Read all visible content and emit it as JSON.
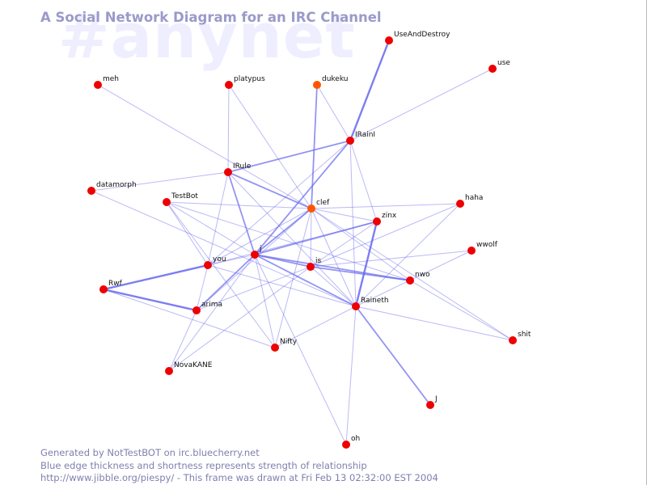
{
  "title": "A Social Network Diagram for an IRC Channel",
  "channel_watermark": "#anynet",
  "footer": {
    "line1": "Generated by NotTestBOT on irc.bluecherry.net",
    "line2": "Blue edge thickness and shortness represents strength of relationship",
    "line3": "http://www.jibble.org/piespy/ - This frame was drawn at Fri Feb 13 02:32:00 EST 2004"
  },
  "colors": {
    "background": "#ffffff",
    "node": "#ee0000",
    "node_active": "#ff5500",
    "edge": "#6666ee",
    "title": "#9a9aca",
    "watermark": "#eeeeff"
  },
  "nodes": [
    {
      "id": "UseAndDestroy",
      "label": "UseAndDestroy"
    },
    {
      "id": "use",
      "label": "use"
    },
    {
      "id": "meh",
      "label": "meh"
    },
    {
      "id": "platypus",
      "label": "platypus"
    },
    {
      "id": "dukeku",
      "label": "dukeku",
      "active": true
    },
    {
      "id": "IRainI",
      "label": "IRainI"
    },
    {
      "id": "IRule",
      "label": "IRule"
    },
    {
      "id": "datamorph",
      "label": "datamorph"
    },
    {
      "id": "TestBot",
      "label": "TestBot"
    },
    {
      "id": "clef",
      "label": "clef",
      "active": true
    },
    {
      "id": "haha",
      "label": "haha"
    },
    {
      "id": "zinx",
      "label": "zinx"
    },
    {
      "id": "wwolf",
      "label": "wwolf"
    },
    {
      "id": "j",
      "label": "j"
    },
    {
      "id": "you",
      "label": "you"
    },
    {
      "id": "is",
      "label": "is"
    },
    {
      "id": "nwo",
      "label": "nwo"
    },
    {
      "id": "Rwf",
      "label": "Rwf"
    },
    {
      "id": "Raineth",
      "label": "Raineth"
    },
    {
      "id": "arima",
      "label": "arima"
    },
    {
      "id": "Nifty",
      "label": "Nifty"
    },
    {
      "id": "shit",
      "label": "shit"
    },
    {
      "id": "NovaKANE",
      "label": "NovaKANE"
    },
    {
      "id": "J",
      "label": "J"
    },
    {
      "id": "oh",
      "label": "oh"
    }
  ],
  "edges": [
    {
      "source": "UseAndDestroy",
      "target": "IRainI",
      "weight": 3
    },
    {
      "source": "use",
      "target": "IRainI",
      "weight": 1
    },
    {
      "source": "meh",
      "target": "clef",
      "weight": 1
    },
    {
      "source": "platypus",
      "target": "IRule",
      "weight": 1
    },
    {
      "source": "platypus",
      "target": "clef",
      "weight": 1
    },
    {
      "source": "dukeku",
      "target": "IRainI",
      "weight": 1
    },
    {
      "source": "dukeku",
      "target": "clef",
      "weight": 2
    },
    {
      "source": "IRainI",
      "target": "IRule",
      "weight": 2
    },
    {
      "source": "IRainI",
      "target": "j",
      "weight": 2
    },
    {
      "source": "IRainI",
      "target": "Raineth",
      "weight": 1
    },
    {
      "source": "IRainI",
      "target": "zinx",
      "weight": 1
    },
    {
      "source": "IRainI",
      "target": "you",
      "weight": 1
    },
    {
      "source": "IRule",
      "target": "datamorph",
      "weight": 1
    },
    {
      "source": "IRule",
      "target": "clef",
      "weight": 2
    },
    {
      "source": "IRule",
      "target": "j",
      "weight": 2
    },
    {
      "source": "IRule",
      "target": "Raineth",
      "weight": 1
    },
    {
      "source": "IRule",
      "target": "you",
      "weight": 1
    },
    {
      "source": "datamorph",
      "target": "Raineth",
      "weight": 1
    },
    {
      "source": "TestBot",
      "target": "clef",
      "weight": 1
    },
    {
      "source": "TestBot",
      "target": "j",
      "weight": 1
    },
    {
      "source": "TestBot",
      "target": "you",
      "weight": 1
    },
    {
      "source": "TestBot",
      "target": "Nifty",
      "weight": 1
    },
    {
      "source": "TestBot",
      "target": "nwo",
      "weight": 1
    },
    {
      "source": "clef",
      "target": "j",
      "weight": 2
    },
    {
      "source": "clef",
      "target": "is",
      "weight": 1
    },
    {
      "source": "clef",
      "target": "zinx",
      "weight": 1
    },
    {
      "source": "clef",
      "target": "haha",
      "weight": 1
    },
    {
      "source": "clef",
      "target": "Raineth",
      "weight": 1
    },
    {
      "source": "clef",
      "target": "nwo",
      "weight": 1
    },
    {
      "source": "clef",
      "target": "you",
      "weight": 1
    },
    {
      "source": "clef",
      "target": "Nifty",
      "weight": 1
    },
    {
      "source": "clef",
      "target": "shit",
      "weight": 1
    },
    {
      "source": "clef",
      "target": "arima",
      "weight": 1
    },
    {
      "source": "zinx",
      "target": "Raineth",
      "weight": 3
    },
    {
      "source": "zinx",
      "target": "j",
      "weight": 2
    },
    {
      "source": "zinx",
      "target": "is",
      "weight": 1
    },
    {
      "source": "zinx",
      "target": "you",
      "weight": 1
    },
    {
      "source": "haha",
      "target": "Raineth",
      "weight": 1
    },
    {
      "source": "haha",
      "target": "is",
      "weight": 1
    },
    {
      "source": "wwolf",
      "target": "is",
      "weight": 1
    },
    {
      "source": "wwolf",
      "target": "Raineth",
      "weight": 1
    },
    {
      "source": "j",
      "target": "Raineth",
      "weight": 2
    },
    {
      "source": "j",
      "target": "is",
      "weight": 2
    },
    {
      "source": "j",
      "target": "nwo",
      "weight": 2
    },
    {
      "source": "j",
      "target": "you",
      "weight": 1
    },
    {
      "source": "j",
      "target": "arima",
      "weight": 2
    },
    {
      "source": "j",
      "target": "Nifty",
      "weight": 1
    },
    {
      "source": "j",
      "target": "NovaKANE",
      "weight": 1
    },
    {
      "source": "j",
      "target": "oh",
      "weight": 1
    },
    {
      "source": "you",
      "target": "Raineth",
      "weight": 1
    },
    {
      "source": "you",
      "target": "arima",
      "weight": 1
    },
    {
      "source": "is",
      "target": "nwo",
      "weight": 2
    },
    {
      "source": "is",
      "target": "Raineth",
      "weight": 1
    },
    {
      "source": "is",
      "target": "arima",
      "weight": 1
    },
    {
      "source": "is",
      "target": "NovaKANE",
      "weight": 1
    },
    {
      "source": "Rwf",
      "target": "you",
      "weight": 3
    },
    {
      "source": "Rwf",
      "target": "arima",
      "weight": 3
    },
    {
      "source": "Rwf",
      "target": "Nifty",
      "weight": 1
    },
    {
      "source": "Raineth",
      "target": "J",
      "weight": 2
    },
    {
      "source": "Raineth",
      "target": "Nifty",
      "weight": 1
    },
    {
      "source": "Raineth",
      "target": "shit",
      "weight": 1
    },
    {
      "source": "Raineth",
      "target": "oh",
      "weight": 1
    },
    {
      "source": "arima",
      "target": "NovaKANE",
      "weight": 1
    },
    {
      "source": "nwo",
      "target": "shit",
      "weight": 1
    }
  ]
}
